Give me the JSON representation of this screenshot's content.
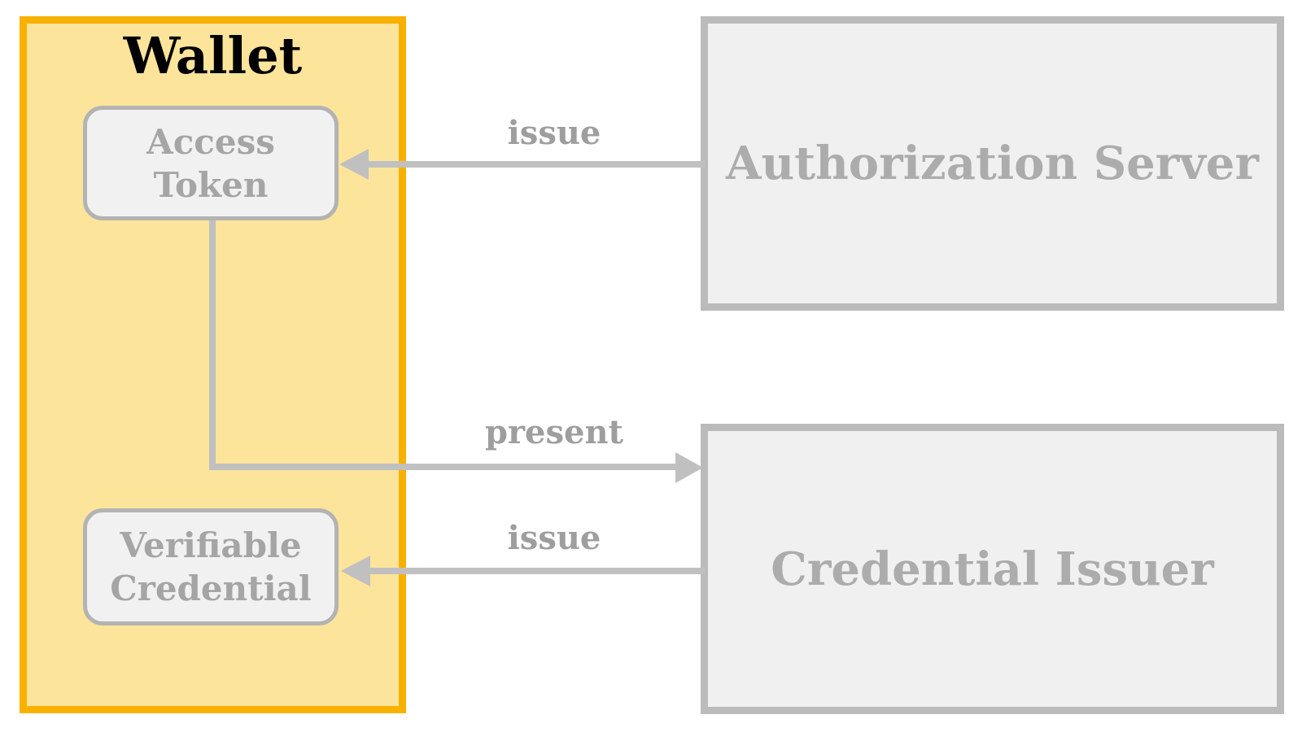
{
  "colors": {
    "wallet_fill": "#FCE49B",
    "wallet_border": "#F8B100",
    "node_fill": "#F1F1F1",
    "node_border": "#B3B3B3",
    "server_fill": "#F0F0F0",
    "server_border": "#BBBBBB",
    "arrow": "#C0C0C0",
    "label_text": "#9E9E9E",
    "node_text": "#A5A5A5",
    "server_text": "#ACACAC",
    "wallet_title_text": "#000000"
  },
  "wallet": {
    "title": "Wallet"
  },
  "nodes": {
    "access_token": "Access\nToken",
    "verifiable_credential": "Verifiable\nCredential",
    "authorization_server": "Authorization Server",
    "credential_issuer": "Credential Issuer"
  },
  "edges": {
    "issue_token_label": "issue",
    "present_label": "present",
    "issue_credential_label": "issue"
  }
}
